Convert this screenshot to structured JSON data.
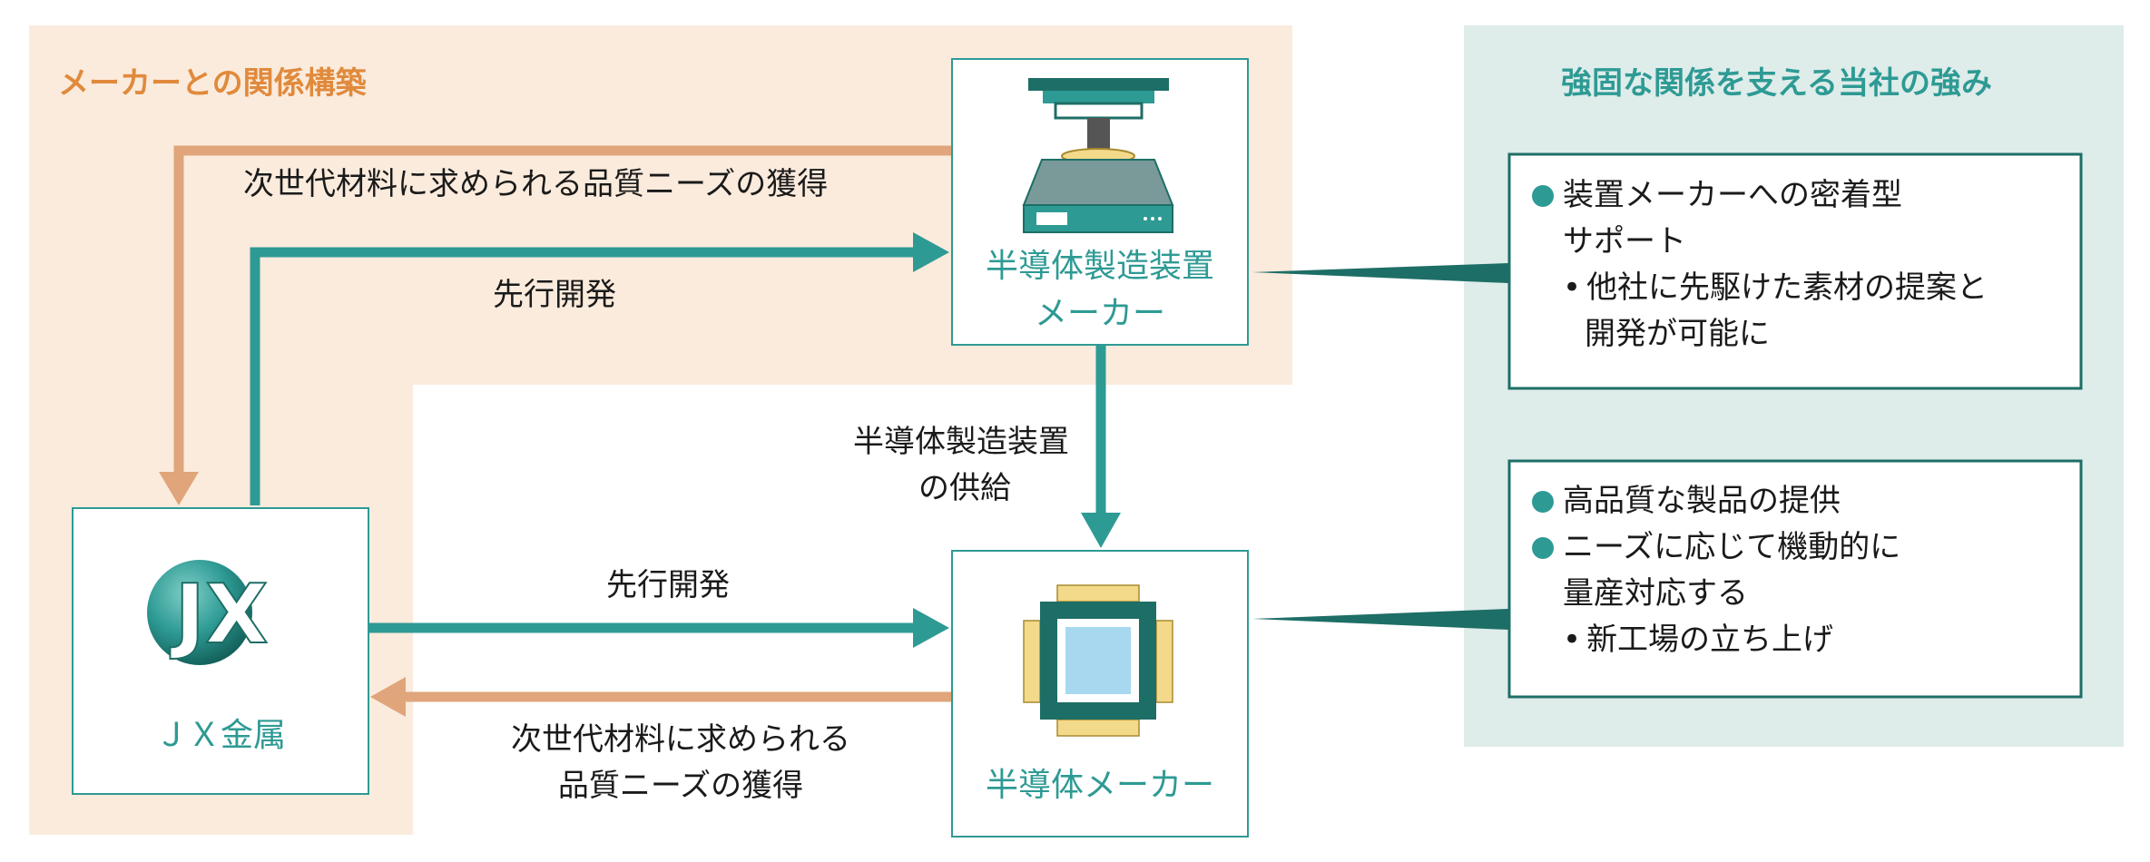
{
  "left_section": {
    "title": "メーカーとの関係構築"
  },
  "right_section": {
    "title": "強固な関係を支える当社の強み"
  },
  "nodes": {
    "jx": {
      "logo_text": "JX",
      "label": "ＪＸ金属"
    },
    "equipment_maker": {
      "label_line1": "半導体製造装置",
      "label_line2": "メーカー"
    },
    "semiconductor_maker": {
      "label": "半導体メーカー"
    }
  },
  "arrows": {
    "top_orange": "次世代材料に求められる品質ニーズの獲得",
    "top_teal": "先行開発",
    "vertical_line1": "半導体製造装置",
    "vertical_line2": "の供給",
    "bottom_teal": "先行開発",
    "bottom_orange_line1": "次世代材料に求められる",
    "bottom_orange_line2": "品質ニーズの獲得"
  },
  "callouts": {
    "top": {
      "bullet_line1": "装置メーカーへの密着型",
      "bullet_line2": "サポート",
      "sub_marker": "•",
      "sub_line1": "他社に先駆けた素材の提案と",
      "sub_line2": "開発が可能に"
    },
    "bottom": {
      "bullet1": "高品質な製品の提供",
      "bullet2_line1": "ニーズに応じて機動的に",
      "bullet2_line2": "量産対応する",
      "sub_marker": "•",
      "sub_line1": "新工場の立ち上げ"
    }
  },
  "colors": {
    "teal": "#2e9a94",
    "dark_teal": "#1d6e66",
    "orange": "#e08a3c",
    "orange_arrow": "#e0a57a",
    "left_bg": "#fbebdd",
    "right_bg": "#deecea"
  }
}
